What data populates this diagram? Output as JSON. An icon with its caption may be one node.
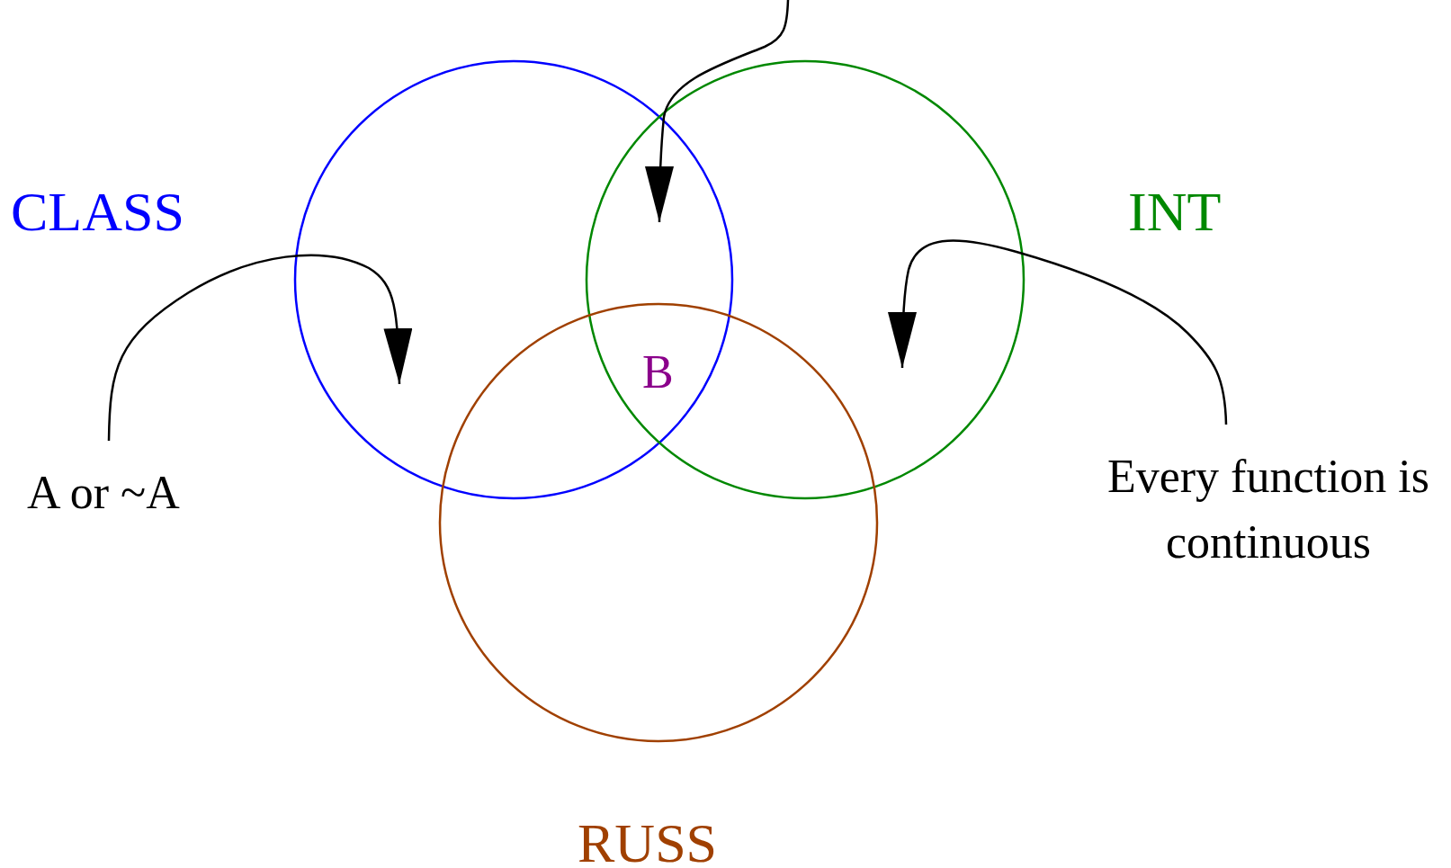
{
  "diagram": {
    "nodes": [
      {
        "text": [
          "CLASS"
        ]
      },
      {
        "text": [
          "INT"
        ]
      },
      {
        "text": [
          "RUSS"
        ]
      },
      {
        "text": [
          "A or ~A"
        ]
      },
      {
        "text": [
          "Every function is continuous"
        ]
      }
    ],
    "edges": [
      {
        "from": null,
        "to": 0,
        "arrow": "to"
      },
      {
        "from": 3,
        "to": 0,
        "arrow": "to"
      },
      {
        "from": 4,
        "to": 1,
        "arrow": "to"
      }
    ],
    "labels": [
      "B"
    ]
  }
}
